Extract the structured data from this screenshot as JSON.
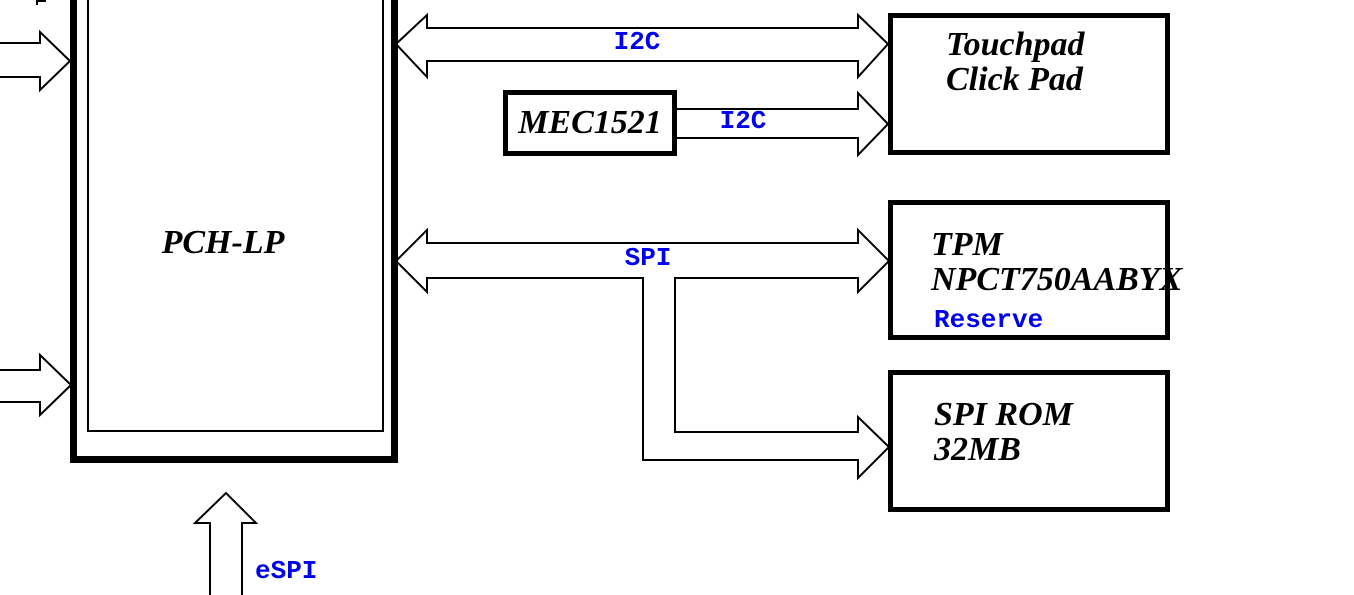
{
  "nodes": {
    "pch_lp": {
      "label": "PCH-LP"
    },
    "mec1521": {
      "label": "MEC1521"
    },
    "touchpad": {
      "line1": "Touchpad",
      "line2": "Click Pad"
    },
    "tpm": {
      "line1": "TPM",
      "line2": "NPCT750AABYX",
      "note": "Reserve"
    },
    "spi_rom": {
      "line1": "SPI ROM",
      "line2": "32MB"
    }
  },
  "buses": {
    "i2c_pch_touchpad": {
      "label": "I2C"
    },
    "i2c_mec_touchpad": {
      "label": "I2C"
    },
    "spi_pch_tpm_rom": {
      "label": "SPI"
    },
    "espi_input": {
      "label": "eSPI"
    }
  },
  "colors": {
    "line": "#000000",
    "box_text": "#000000",
    "bus_label": "#0000EE",
    "background": "#FFFFFF"
  }
}
